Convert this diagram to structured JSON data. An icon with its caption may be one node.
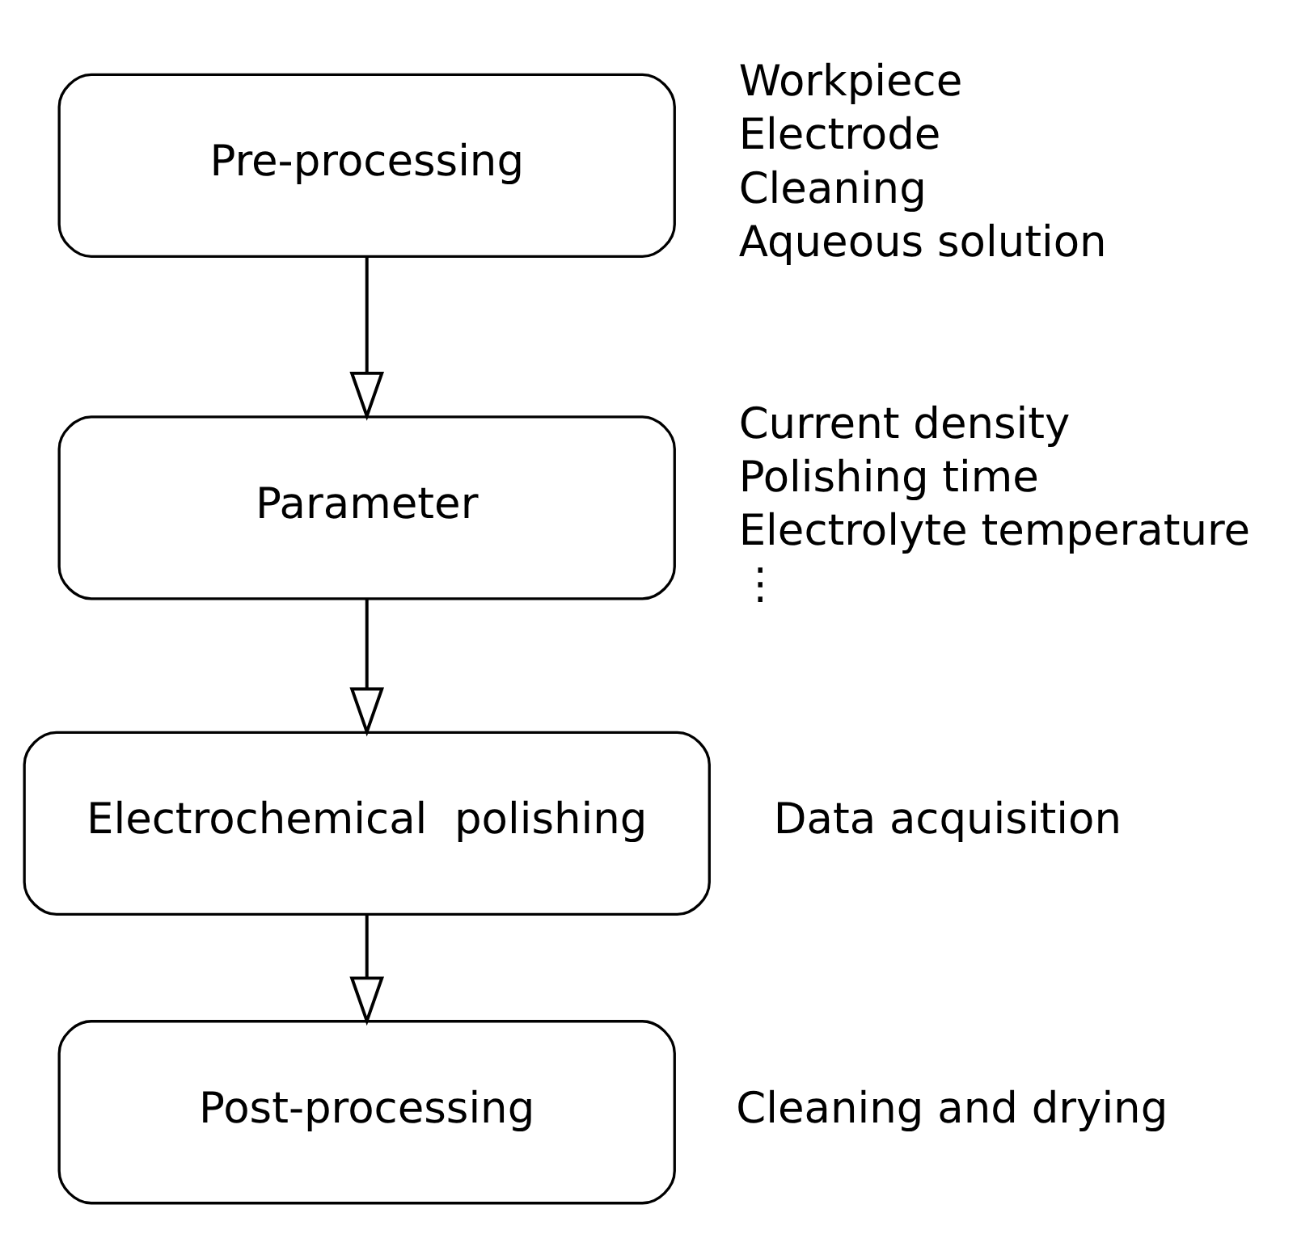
{
  "diagram": {
    "nodes": [
      {
        "text": [
          "Pre-processing"
        ],
        "beside": [
          "Workpiece",
          "Electrode",
          "Cleaning",
          "Aqueous solution"
        ]
      },
      {
        "text": [
          "Parameter"
        ],
        "beside": [
          "Current density",
          "Polishing time",
          "Electrolyte temperature",
          "⋮"
        ]
      },
      {
        "text": [
          "Electrochemical  polishing"
        ],
        "beside": [
          "Data acquisition"
        ]
      },
      {
        "text": [
          "Post-processing"
        ],
        "beside": [
          "Cleaning and drying"
        ]
      }
    ],
    "edges": [
      {
        "from": 0,
        "to": 1,
        "arrow": "to"
      },
      {
        "from": 1,
        "to": 2,
        "arrow": "to"
      },
      {
        "from": 2,
        "to": 3,
        "arrow": "to"
      }
    ]
  }
}
